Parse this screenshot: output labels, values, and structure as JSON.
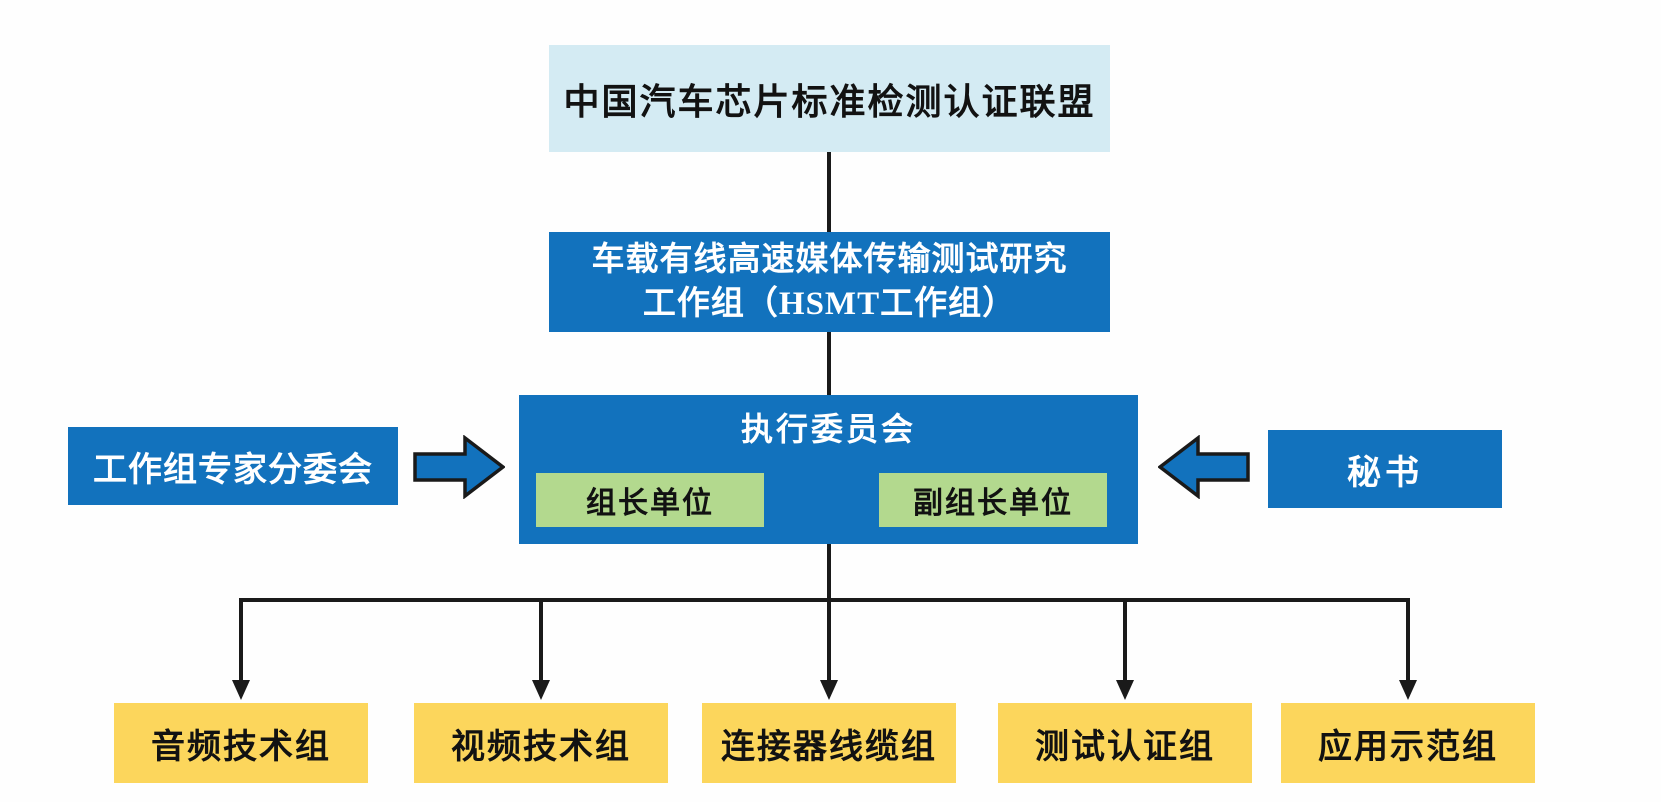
{
  "colors": {
    "blue": "#1272bd",
    "light_blue": "#d4ebf3",
    "green": "#b3d98e",
    "yellow": "#fcd65c",
    "line": "#1a1a1a",
    "text_dark": "#121212",
    "text_light": "#ffffff",
    "bg": "#fefefe"
  },
  "nodes": {
    "alliance": {
      "label": "中国汽车芯片标准检测认证联盟"
    },
    "workgroup": {
      "line1": "车载有线高速媒体传输测试研究",
      "line2": "工作组（HSMT工作组）"
    },
    "exec": {
      "label": "执行委员会"
    },
    "leader_unit": {
      "label": "组长单位"
    },
    "deputy_leader_unit": {
      "label": "副组长单位"
    },
    "expert_subcommittee": {
      "label": "工作组专家分委会"
    },
    "secretary": {
      "label": "秘书"
    },
    "groups": [
      {
        "label": "音频技术组"
      },
      {
        "label": "视频技术组"
      },
      {
        "label": "连接器线缆组"
      },
      {
        "label": "测试认证组"
      },
      {
        "label": "应用示范组"
      }
    ]
  }
}
